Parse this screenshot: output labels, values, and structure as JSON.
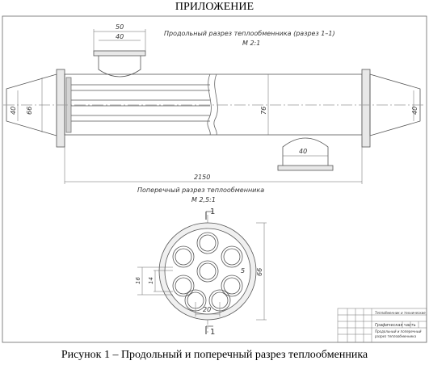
{
  "page_title": "ПРИЛОЖЕНИЕ",
  "caption": "Рисунок 1 – Продольный и поперечный разрез теплообменника",
  "longitudinal_view": {
    "title": "Продольный разрез теплообменника (разрез 1–1)",
    "scale": "M 2:1"
  },
  "cross_view": {
    "title": "Поперечный разрез теплообменника",
    "scale": "M 2,5:1"
  },
  "dimensions": {
    "nozzle_outer": "50",
    "nozzle_inner": "40",
    "bottom_nozzle": "40",
    "left_end": "40",
    "left_shell": "66",
    "shell_height": "76",
    "right_end": "40",
    "total_length": "2150",
    "cs_diameter": "66",
    "tube_outer": "16",
    "tube_inner": "14",
    "tube_pitch": "20",
    "tube_count": "5"
  },
  "section_marks": {
    "top": "1",
    "bottom": "1"
  },
  "title_block": {
    "line1": "Теплобменник и технические",
    "line2": "Графическая часть",
    "line3": "Продольный и поперечный",
    "line4": "разрез теплообменника"
  }
}
